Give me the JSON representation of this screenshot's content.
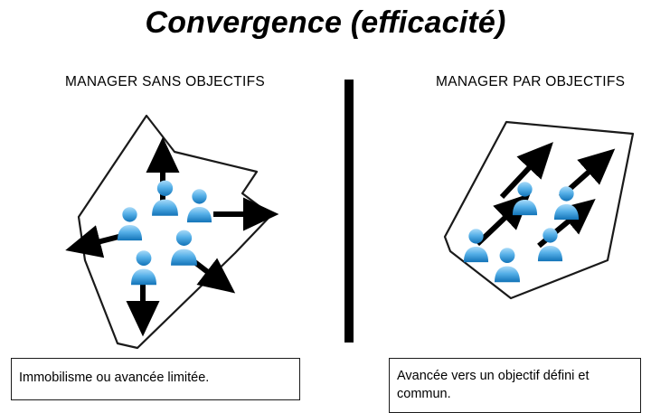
{
  "title": "Convergence (efficacité)",
  "panels": {
    "left": {
      "heading": "MANAGER SANS OBJECTIFS",
      "caption": "Immobilisme ou avancée limitée."
    },
    "right": {
      "heading": "MANAGER PAR OBJECTIFS",
      "caption": "Avancée vers un objectif défini et commun."
    }
  },
  "divider": {
    "name": "vertical-black-bar"
  },
  "graphics": {
    "person_icon_color_top": "#8fd0f5",
    "person_icon_color_bottom": "#1b7fc4",
    "outline_color": "#1a1a1a",
    "arrow_color": "#000000",
    "left_shape": "irregular-polygon",
    "right_shape": "irregular-polygon",
    "left_people_count": 5,
    "right_people_count": 5,
    "left_arrows_count": 5,
    "right_arrows_count": 4,
    "left_arrow_directions": [
      "up",
      "right",
      "left",
      "down-right",
      "down"
    ],
    "right_arrow_directions": [
      "up-right",
      "up-right",
      "up-right",
      "up-right"
    ]
  }
}
